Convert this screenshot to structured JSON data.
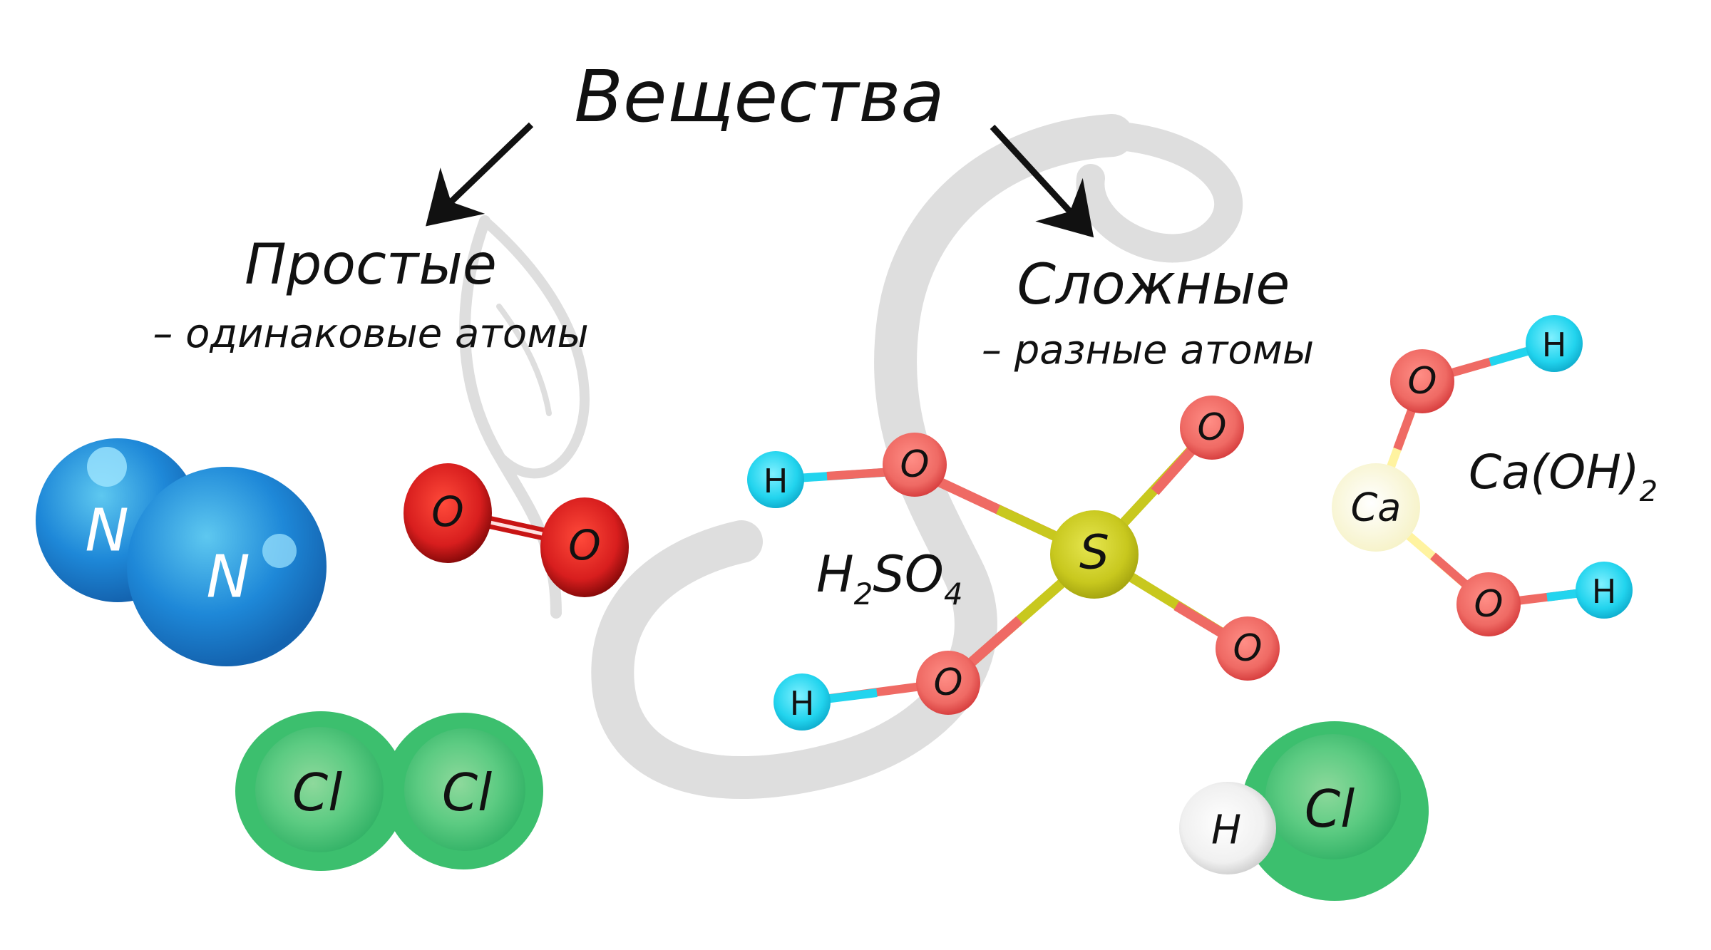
{
  "title": "Вещества",
  "simple": {
    "heading": "Простые",
    "subtitle": "– одинаковые атомы",
    "molecules": {
      "n2": {
        "atom1": "N",
        "atom2": "N"
      },
      "o2": {
        "atom1": "O",
        "atom2": "O"
      },
      "cl2": {
        "atom1": "Cl",
        "atom2": "Cl"
      }
    }
  },
  "complex": {
    "heading": "Сложные",
    "subtitle": "– разные атомы",
    "sulfuric_acid": {
      "formula_main": "H",
      "formula_sub1": "2",
      "formula_mid": "SO",
      "formula_sub2": "4",
      "atoms": {
        "s": "S",
        "o": "O",
        "h": "H"
      }
    },
    "calcium_hydroxide": {
      "formula_main": "Ca(OH)",
      "formula_sub": "2",
      "atoms": {
        "ca": "Ca",
        "o": "O",
        "h": "H"
      }
    },
    "hcl": {
      "h": "H",
      "cl": "Cl"
    }
  },
  "colors": {
    "nitrogen": "#1e88d8",
    "oxygen_simple": "#d81e1e",
    "chlorine": "#3cbf6e",
    "oxygen": "#ef6a64",
    "hydrogen_cyan": "#22d4ee",
    "sulfur": "#c8c81e",
    "calcium": "#fbf8d8",
    "hydrogen_white": "#e8e8e8",
    "watermark": "#e0e0e0"
  }
}
